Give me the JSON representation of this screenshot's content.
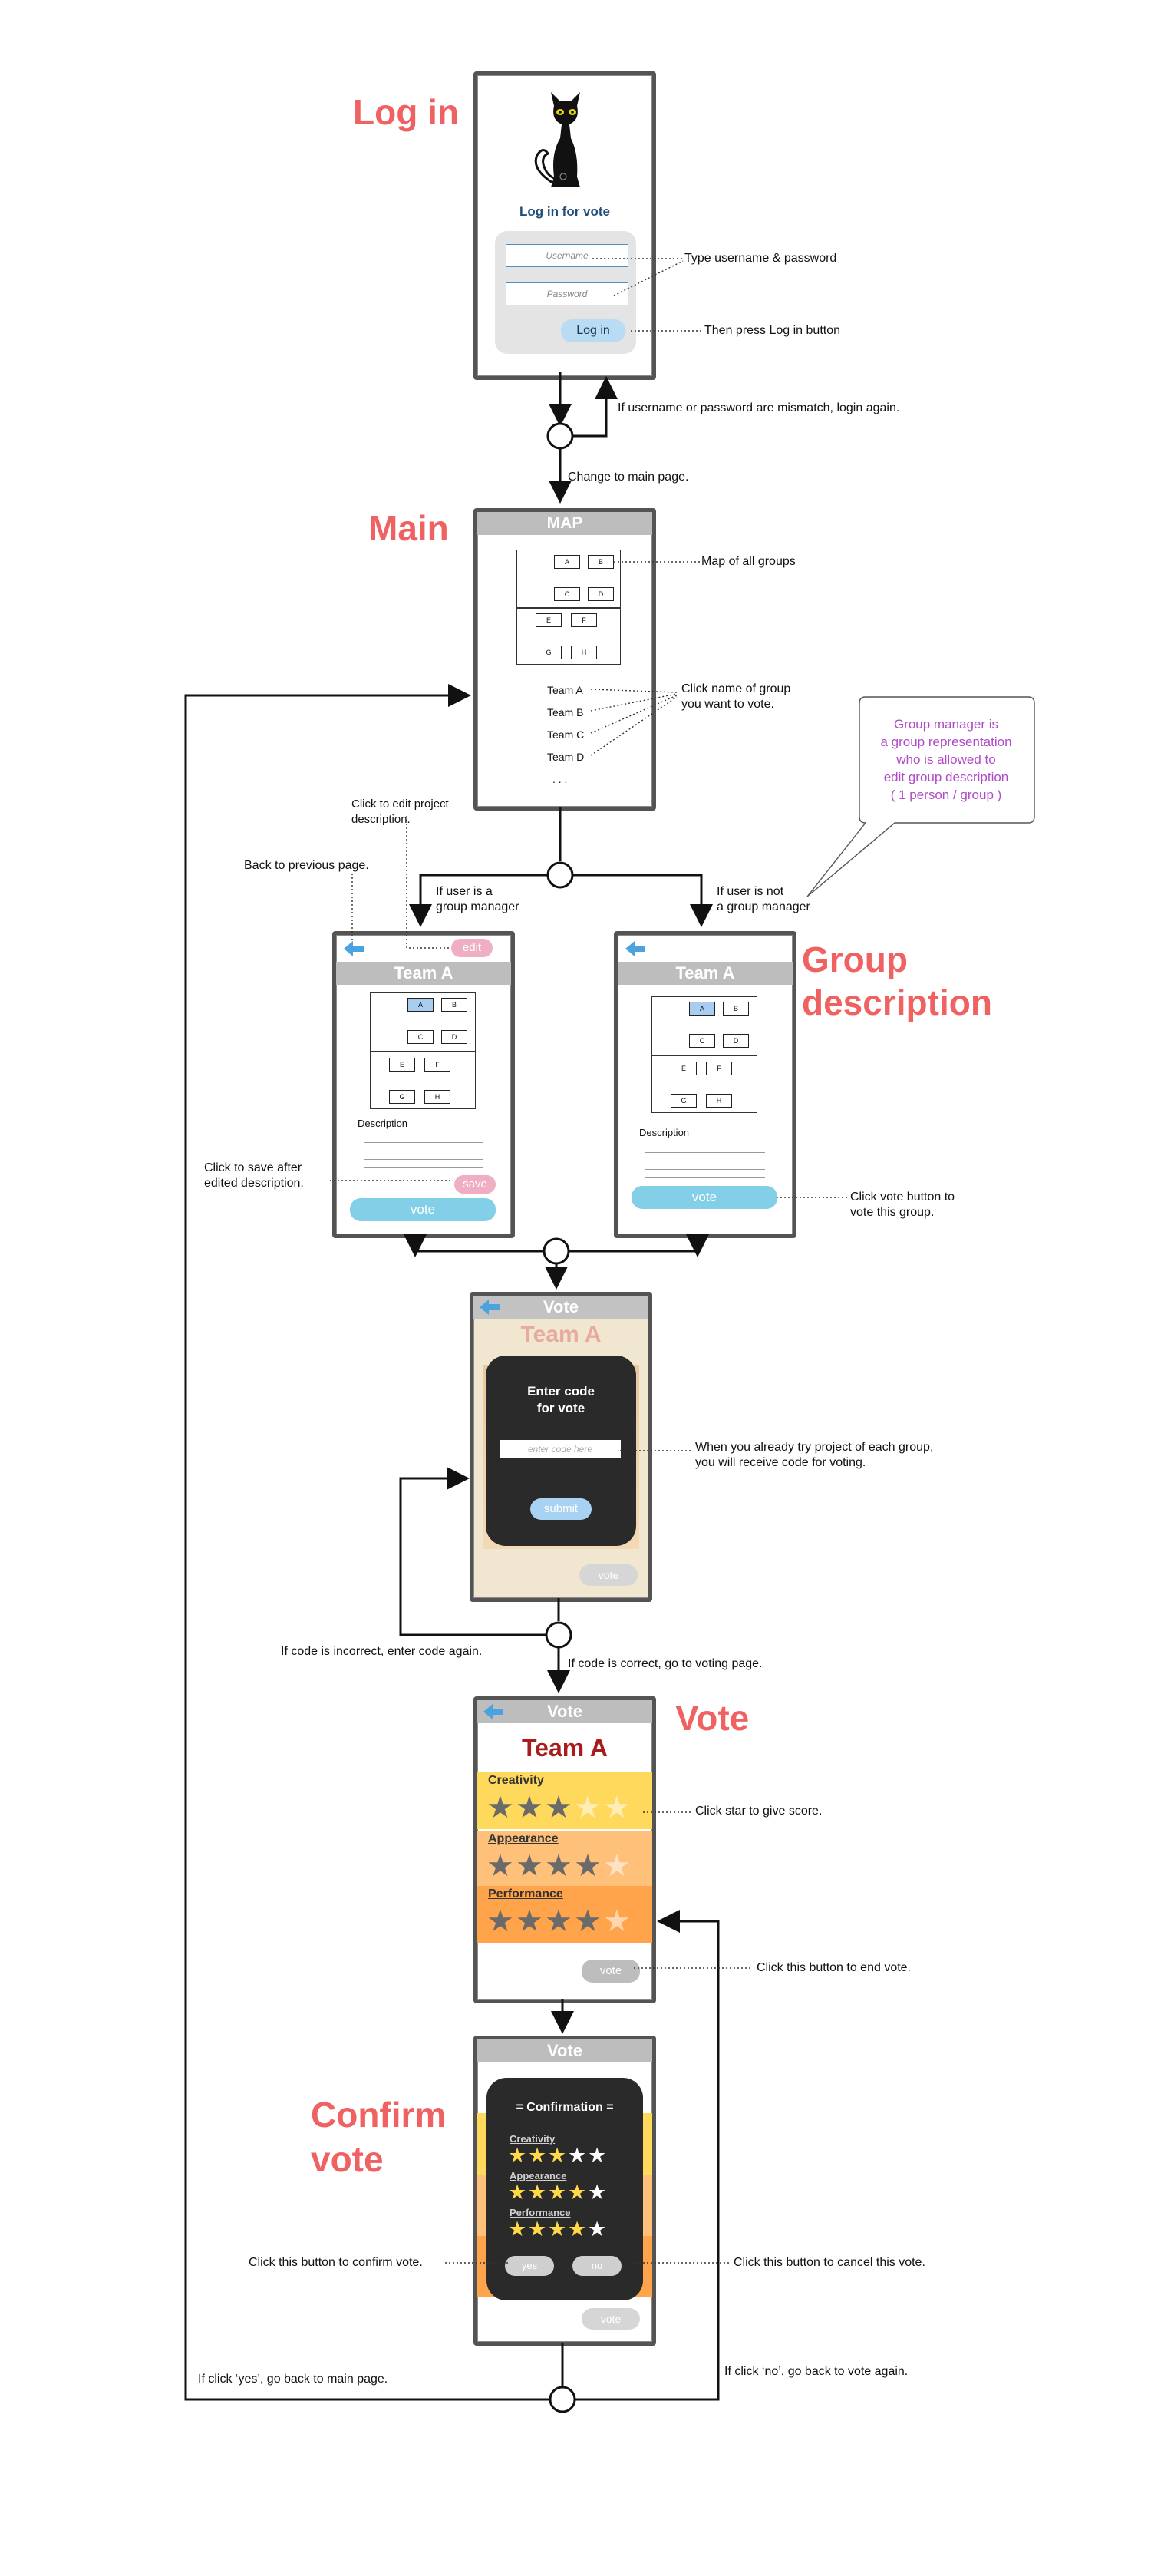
{
  "sections": {
    "login": "Log in",
    "main": "Main",
    "group_description": "Group\ndescription",
    "vote": "Vote",
    "confirm_vote": "Confirm\nvote"
  },
  "login_screen": {
    "title": "Log in for vote",
    "username_placeholder": "Username",
    "password_placeholder": "Password",
    "login_button": "Log in"
  },
  "main_screen": {
    "header": "MAP",
    "map_cells": [
      "A",
      "B",
      "C",
      "D",
      "E",
      "F",
      "G",
      "H"
    ],
    "teams": [
      "Team A",
      "Team B",
      "Team C",
      "Team D"
    ],
    "more": ". . ."
  },
  "group_screen": {
    "title": "Team A",
    "edit_button": "edit",
    "description_label": "Description",
    "save_button": "save",
    "vote_button": "vote"
  },
  "code_screen": {
    "header": "Vote",
    "team_faded": "Team A",
    "modal_title": "Enter code\nfor vote",
    "code_placeholder": "enter code here",
    "submit_button": "submit",
    "vote_button": "vote"
  },
  "vote_screen": {
    "header": "Vote",
    "team": "Team A",
    "categories": [
      {
        "name": "Creativity",
        "score": 3,
        "color": "#ffd95c"
      },
      {
        "name": "Appearance",
        "score": 4,
        "color": "#ffc07a"
      },
      {
        "name": "Performance",
        "score": 4,
        "color": "#ffa44a"
      }
    ],
    "vote_button": "vote"
  },
  "confirm_screen": {
    "header": "Vote",
    "modal_title": "= Confirmation =",
    "categories": [
      {
        "name": "Creativity",
        "score": 3
      },
      {
        "name": "Appearance",
        "score": 4
      },
      {
        "name": "Performance",
        "score": 4
      }
    ],
    "yes_button": "yes",
    "no_button": "no",
    "vote_button": "vote"
  },
  "annotations": {
    "type_credentials": "Type username & password",
    "press_login": "Then press Log in button",
    "mismatch": "If username or password are mismatch, login again.",
    "change_main": "Change to main page.",
    "map_all": "Map of all groups",
    "click_group": "Click name of group\nyou want to vote.",
    "manager_info": "Group manager is\na group representation\nwho is allowed to\nedit group description\n( 1 person / group )",
    "edit_project": "Click to edit project\ndescription.",
    "back_prev": "Back to previous page.",
    "if_manager": "If user is a\ngroup manager",
    "if_not_manager": "If user is not\na group manager",
    "save_after": "Click to save after\nedited description.",
    "click_vote_group": "Click vote button to\nvote this group.",
    "receive_code": "When you already try project of each group,\nyou will receive code for voting.",
    "code_incorrect": "If code is incorrect, enter code again.",
    "code_correct": "If code is correct, go to voting page.",
    "click_star": "Click star to give score.",
    "end_vote": "Click this button to end vote.",
    "confirm_yes": "Click this button to confirm vote.",
    "cancel_no": "Click this button to cancel this vote.",
    "yes_back": "If click ‘yes’, go back to main page.",
    "no_back": "If click ‘no’, go back to vote again."
  },
  "colors": {
    "section_title": "#f06262",
    "manager_note": "#b04ac8",
    "blue_pill": "#84cfe8",
    "pink_pill": "#efaec2",
    "grey_bar": "#bdbdbd",
    "star_yellow": "#ffd94a",
    "dark_red_title": "#a81c1c"
  }
}
